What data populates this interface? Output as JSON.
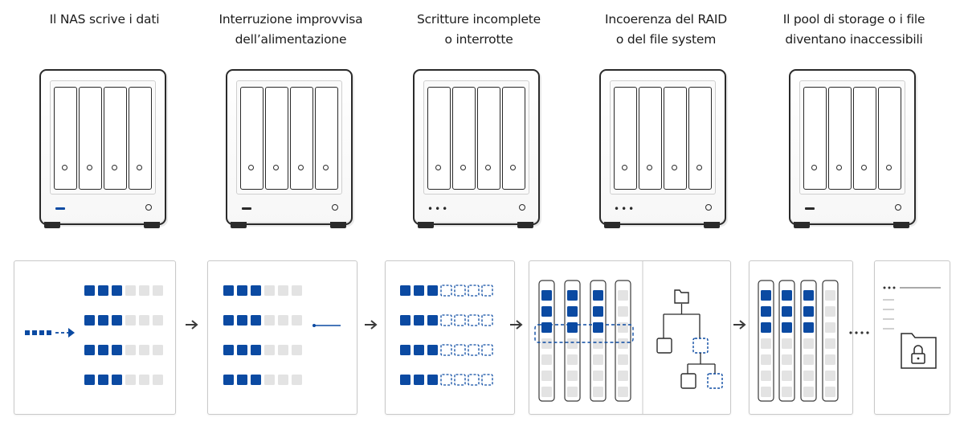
{
  "stages": [
    {
      "title": [
        "Il NAS scrive i dati"
      ]
    },
    {
      "title": [
        "Interruzione improvvisa",
        "dell’alimentazione"
      ]
    },
    {
      "title": [
        "Scritture incomplete",
        "o interrotte"
      ]
    },
    {
      "title": [
        "Incoerenza del RAID",
        "o del file system"
      ]
    },
    {
      "title": [
        "Il pool di storage o i file",
        "diventano inaccessibili"
      ]
    }
  ],
  "colors": {
    "accent": "#0b4aa2",
    "block_empty": "#e3e3e3",
    "outline": "#2a2a2a",
    "panel_border": "#c9c9c9"
  },
  "icons": [
    "nas-device-icon",
    "folder-icon",
    "folder-lock-icon",
    "arrow-right-icon"
  ]
}
